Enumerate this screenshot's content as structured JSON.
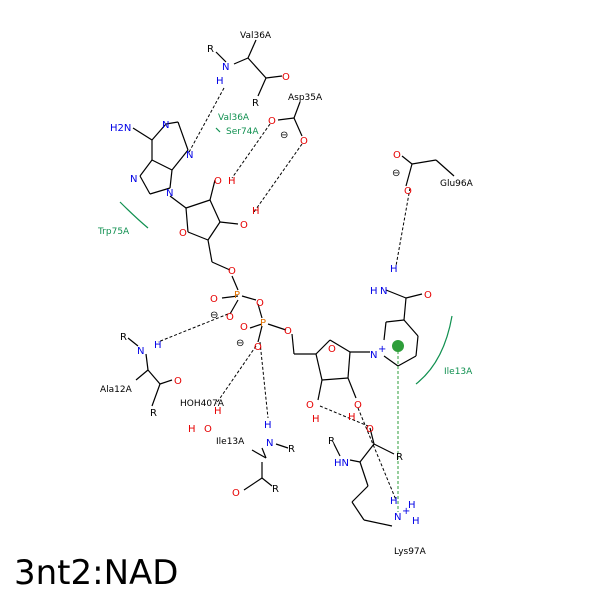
{
  "title": "3nt2:NAD",
  "residues": {
    "val36_top": "Val36A",
    "asp35": "Asp35A",
    "val36_ser74": [
      "Val36A",
      "Ser74A"
    ],
    "trp75": "Trp75A",
    "glu96": "Glu96A",
    "ile13_right": "Ile13A",
    "ala12": "Ala12A",
    "hoh407": "HOH407A",
    "ile13_bottom": "Ile13A",
    "lys97": "Lys97A"
  },
  "atoms": {
    "R": "R",
    "N": "N",
    "H": "H",
    "O": "O",
    "P": "P",
    "Nplus": "N",
    "plus": "+",
    "minus": "⊖",
    "H2N": "H2N",
    "HN": "HN",
    "NH": "NH"
  },
  "colors": {
    "nitrogen": "#0000e6",
    "oxygen": "#e60000",
    "phosphorus": "#e07000",
    "hydrophobic": "#109050",
    "pi_cation": "#2e9e3a"
  }
}
